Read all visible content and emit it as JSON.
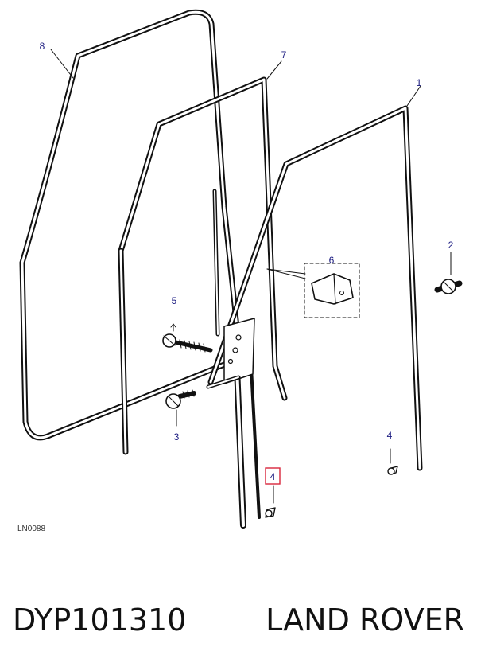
{
  "diagram": {
    "callouts": [
      {
        "id": "c1",
        "label": "1"
      },
      {
        "id": "c2",
        "label": "2"
      },
      {
        "id": "c3",
        "label": "3"
      },
      {
        "id": "c4a",
        "label": "4"
      },
      {
        "id": "c4b",
        "label": "4"
      },
      {
        "id": "c5",
        "label": "5"
      },
      {
        "id": "c6",
        "label": "6"
      },
      {
        "id": "c7",
        "label": "7"
      },
      {
        "id": "c8",
        "label": "8"
      }
    ],
    "ref_code": "LN0088",
    "highlight_color": "#d9263c",
    "callout_color": "#1a1a80"
  },
  "caption": {
    "part_number": "DYP101310",
    "brand": "LAND ROVER"
  }
}
